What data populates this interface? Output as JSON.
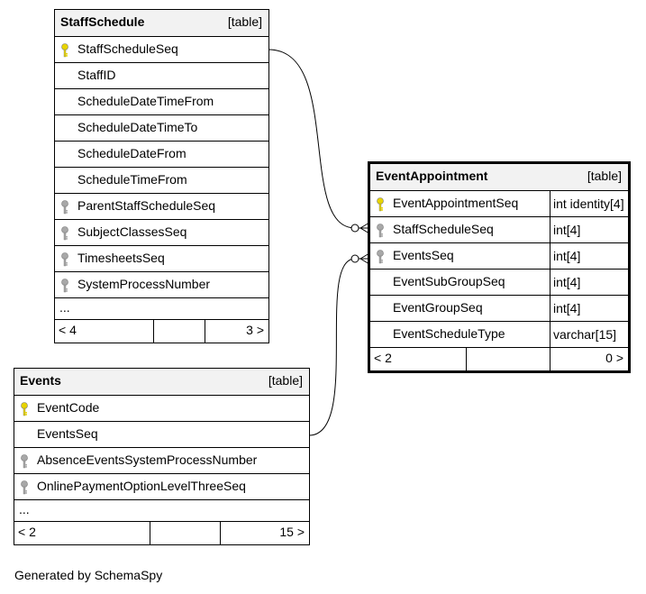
{
  "tables": {
    "staffschedule": {
      "name": "StaffSchedule",
      "kind": "[table]",
      "columns": [
        {
          "name": "StaffScheduleSeq",
          "key": "primary-key-icon"
        },
        {
          "name": "StaffID",
          "key": ""
        },
        {
          "name": "ScheduleDateTimeFrom",
          "key": ""
        },
        {
          "name": "ScheduleDateTimeTo",
          "key": ""
        },
        {
          "name": "ScheduleDateFrom",
          "key": ""
        },
        {
          "name": "ScheduleTimeFrom",
          "key": ""
        },
        {
          "name": "ParentStaffScheduleSeq",
          "key": "foreign-key-icon"
        },
        {
          "name": "SubjectClassesSeq",
          "key": "foreign-key-icon"
        },
        {
          "name": "TimesheetsSeq",
          "key": "foreign-key-icon"
        },
        {
          "name": "SystemProcessNumber",
          "key": "foreign-key-icon"
        }
      ],
      "more": "...",
      "parents": "< 4",
      "children": "3 >"
    },
    "eventappointment": {
      "name": "EventAppointment",
      "kind": "[table]",
      "columns": [
        {
          "name": "EventAppointmentSeq",
          "type": "int identity[4]",
          "key": "primary-key-icon"
        },
        {
          "name": "StaffScheduleSeq",
          "type": "int[4]",
          "key": "foreign-key-icon"
        },
        {
          "name": "EventsSeq",
          "type": "int[4]",
          "key": "foreign-key-icon"
        },
        {
          "name": "EventSubGroupSeq",
          "type": "int[4]",
          "key": ""
        },
        {
          "name": "EventGroupSeq",
          "type": "int[4]",
          "key": ""
        },
        {
          "name": "EventScheduleType",
          "type": "varchar[15]",
          "key": ""
        }
      ],
      "parents": "< 2",
      "children": "0 >"
    },
    "events": {
      "name": "Events",
      "kind": "[table]",
      "columns": [
        {
          "name": "EventCode",
          "key": "primary-key-icon"
        },
        {
          "name": "EventsSeq",
          "key": ""
        },
        {
          "name": "AbsenceEventsSystemProcessNumber",
          "key": "foreign-key-icon"
        },
        {
          "name": "OnlinePaymentOptionLevelThreeSeq",
          "key": "foreign-key-icon"
        }
      ],
      "more": "...",
      "parents": "< 2",
      "children": "15 >"
    }
  },
  "footer": {
    "generated": "Generated by SchemaSpy"
  },
  "colors": {
    "primary_key": "#e8d400",
    "foreign_key": "#a8a8a8",
    "header_bg": "#f2f2f2"
  }
}
